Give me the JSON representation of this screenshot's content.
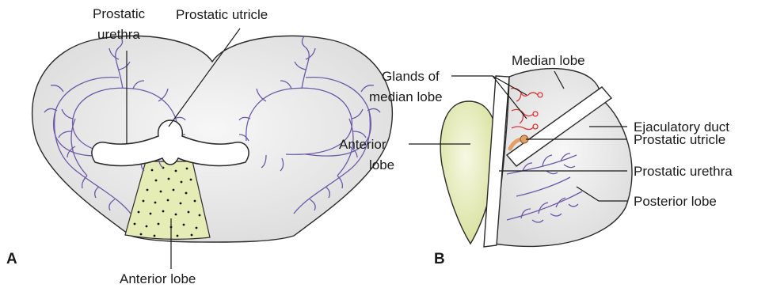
{
  "panel_a": {
    "letter": "A",
    "labels": {
      "urethra_line1": "Prostatic",
      "urethra_line2": "urethra",
      "utricle": "Prostatic utricle",
      "anterior_lobe": "Anterior lobe"
    }
  },
  "panel_b": {
    "letter": "B",
    "labels": {
      "median_lobe": "Median lobe",
      "glands_line1": "Glands of",
      "glands_line2": "median lobe",
      "anterior_line1": "Anterior",
      "anterior_line2": "lobe",
      "ejaculatory_duct": "Ejaculatory duct",
      "prostatic_utricle": "Prostatic utricle",
      "prostatic_urethra": "Prostatic urethra",
      "posterior_lobe": "Posterior lobe"
    }
  },
  "colors": {
    "gland_fill": "#ebebeb",
    "anterior_lobe_fill": "#e6ecb6",
    "ducts": "#6a5aa8",
    "median_glands": "#d83a3a",
    "utricle": "#e2a068"
  }
}
